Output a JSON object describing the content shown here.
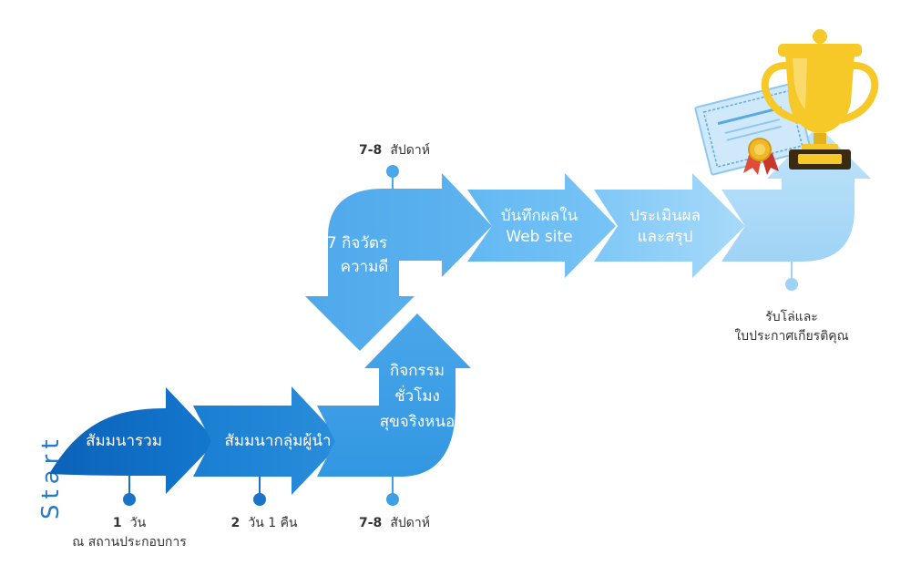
{
  "start_label": "Start",
  "steps": [
    {
      "lines": [
        "สัมมนารวม"
      ],
      "color": "#0d6fc8"
    },
    {
      "lines": [
        "สัมมนากลุ่มผู้นำ"
      ],
      "color": "#1f86d8"
    },
    {
      "lines": [
        "กิจกรรม",
        "ชั่วโมง",
        "สุขจริงหนอ"
      ],
      "color": "#3d9fe6"
    },
    {
      "lines": [
        "7 กิจวัตร",
        "ความดี"
      ],
      "color": "#4aa8ea"
    },
    {
      "lines": [
        "บันทึกผลใน",
        "Web site"
      ],
      "color": "#5cb3f0"
    },
    {
      "lines": [
        "ประเมินผล",
        "และสรุป"
      ],
      "color": "#6ec0f5"
    },
    {
      "lines": [],
      "color": "#a8daf9"
    }
  ],
  "markers": [
    {
      "num": "1",
      "unit": "วัน",
      "note": "ณ สถานประกอบการ"
    },
    {
      "num": "2",
      "unit": "วัน 1 คืน",
      "note": ""
    },
    {
      "num": "7-8",
      "unit": "สัปดาห์",
      "note": ""
    },
    {
      "num": "7-8",
      "unit": "สัปดาห์",
      "note": ""
    },
    {
      "num": "",
      "unit": "รับโล่และ",
      "note": "ใบประกาศเกียรติคุณ"
    }
  ],
  "icons": [
    "trophy-icon",
    "certificate-icon",
    "medal-icon"
  ],
  "colors": {
    "marker_dot": "#1a73c9",
    "marker_dot_light": "#9fd3f5",
    "trophy_gold": "#f6c928",
    "trophy_dark": "#3b2a12",
    "certificate": "#cfe9fb",
    "medal": "#f0b92a",
    "ribbon": "#e04b3a"
  }
}
